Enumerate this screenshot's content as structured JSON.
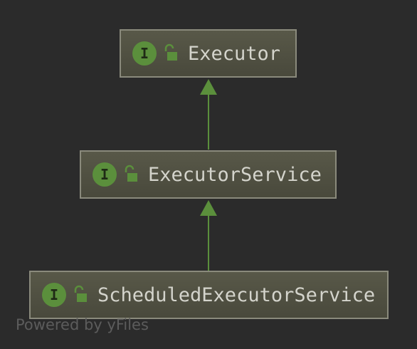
{
  "diagram": {
    "nodes": [
      {
        "id": "executor",
        "kind_letter": "I",
        "kind_icon": "interface-icon",
        "access_icon": "unlocked-padlock-icon",
        "label": "Executor"
      },
      {
        "id": "executor-service",
        "kind_letter": "I",
        "kind_icon": "interface-icon",
        "access_icon": "unlocked-padlock-icon",
        "label": "ExecutorService"
      },
      {
        "id": "scheduled-executor-service",
        "kind_letter": "I",
        "kind_icon": "interface-icon",
        "access_icon": "unlocked-padlock-icon",
        "label": "ScheduledExecutorService"
      }
    ],
    "edges": [
      {
        "from": "executor-service",
        "to": "executor",
        "type": "extends"
      },
      {
        "from": "scheduled-executor-service",
        "to": "executor-service",
        "type": "extends"
      }
    ],
    "colors": {
      "background": "#2b2b2b",
      "node_fill": "#4f4f41",
      "node_border": "#8a8a7c",
      "edge": "#5b8f3c",
      "badge": "#5b8f3c",
      "label": "#d4d4cc"
    }
  },
  "watermark": "Powered by yFiles"
}
